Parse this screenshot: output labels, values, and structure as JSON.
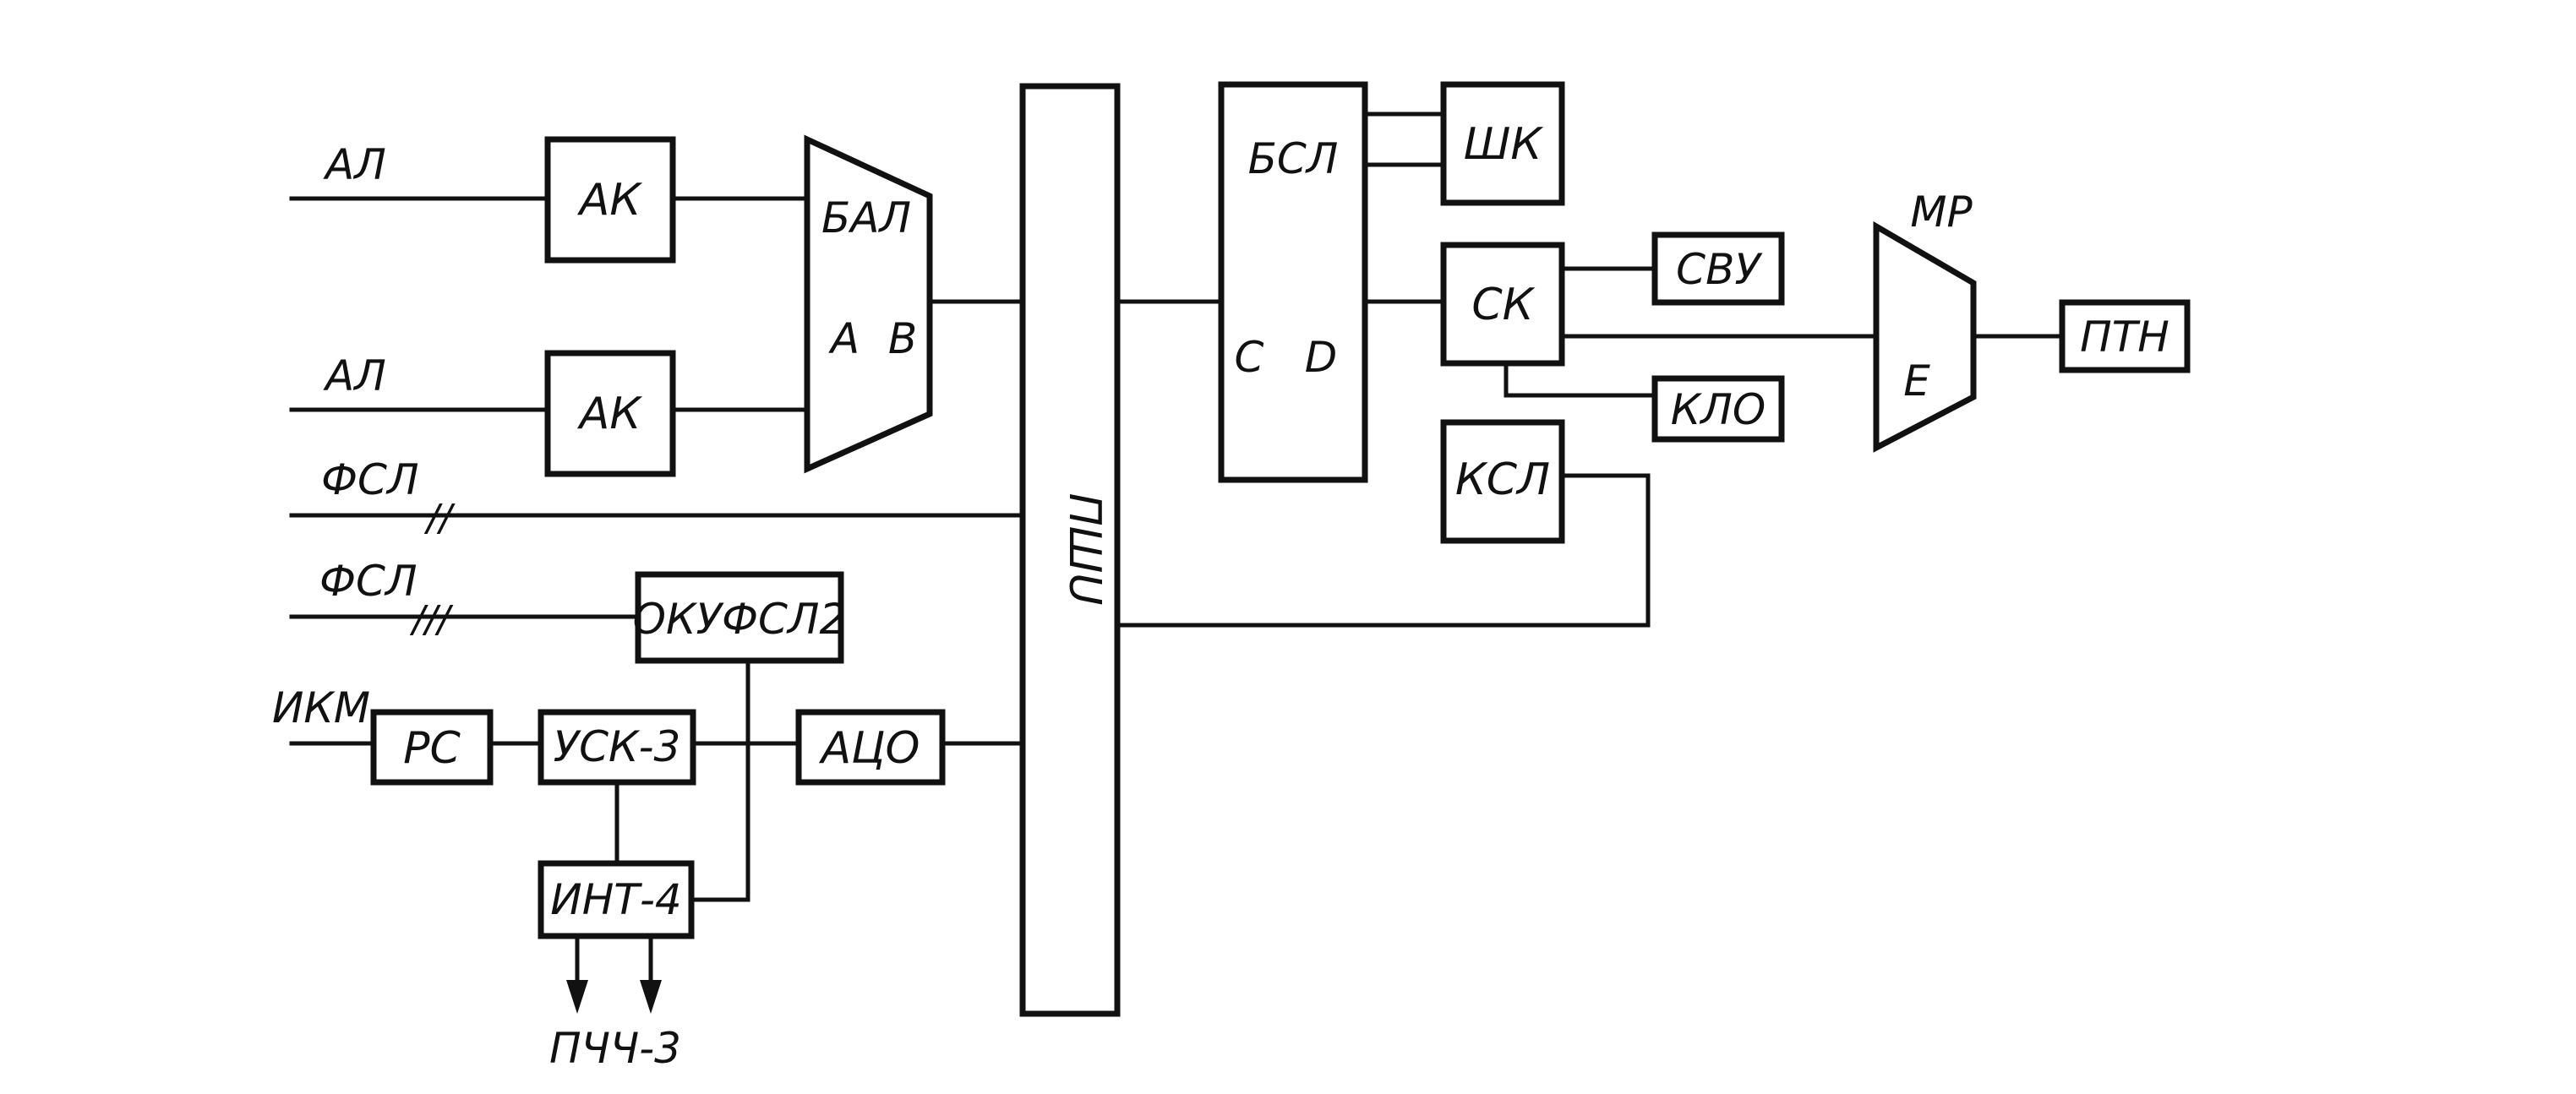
{
  "colors": {
    "ink": "#111111",
    "paper": "#ffffff"
  },
  "inputs": {
    "al_1": "АЛ",
    "al_2": "АЛ",
    "fsl_1": "ФСЛ",
    "fsl_1_mark": "//",
    "fsl_2": "ФСЛ",
    "fsl_2_mark": "///",
    "ikm": "ИКМ"
  },
  "blocks": {
    "ak_1": "АК",
    "ak_2": "АК",
    "bal": "БАЛ",
    "bal_a": "A",
    "bal_b": "B",
    "pshu": "ПШU",
    "bsl": "БСЛ",
    "bsl_c": "C",
    "bsl_d": "D",
    "shk": "ШК",
    "sk": "СК",
    "svu": "СВУ",
    "klo": "КЛО",
    "ksl": "КСЛ",
    "mr": "МР",
    "mr_e": "E",
    "ptn": "ПТН",
    "okufsl2": "ОКУФСЛ2",
    "rs": "РС",
    "usk3": "УСК-3",
    "atso": "АЦО",
    "int4": "ИНТ-4"
  },
  "outputs": {
    "pchch3": "ПЧЧ-3"
  }
}
